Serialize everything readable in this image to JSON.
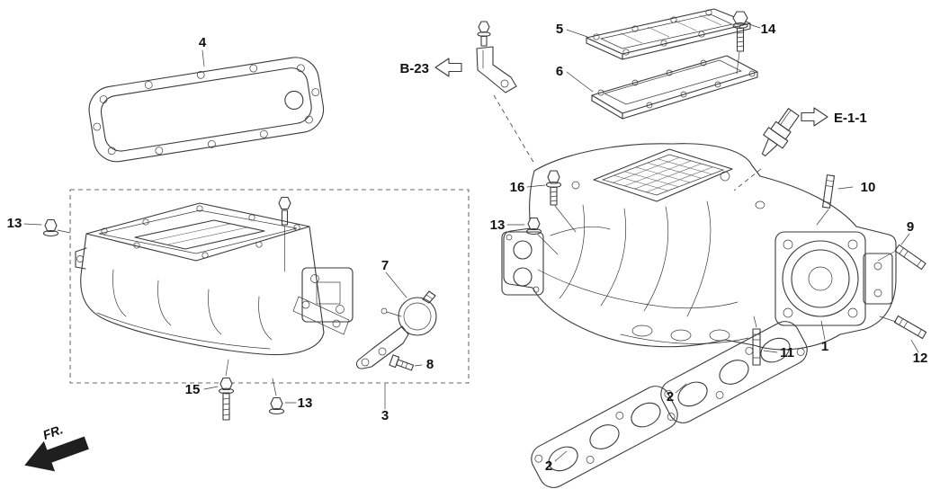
{
  "diagram": {
    "references": {
      "b23": "B-23",
      "e11": "E-1-1",
      "front": "FR."
    },
    "callouts": {
      "c1": "1",
      "c2a": "2",
      "c2b": "2",
      "c3": "3",
      "c4": "4",
      "c5": "5",
      "c6": "6",
      "c7": "7",
      "c8": "8",
      "c9": "9",
      "c10": "10",
      "c11": "11",
      "c12": "12",
      "c13a": "13",
      "c13b": "13",
      "c13c": "13",
      "c14": "14",
      "c15": "15",
      "c16": "16"
    },
    "colors": {
      "background": "#ffffff",
      "line": "#3a3a3a",
      "text": "#111111"
    }
  }
}
